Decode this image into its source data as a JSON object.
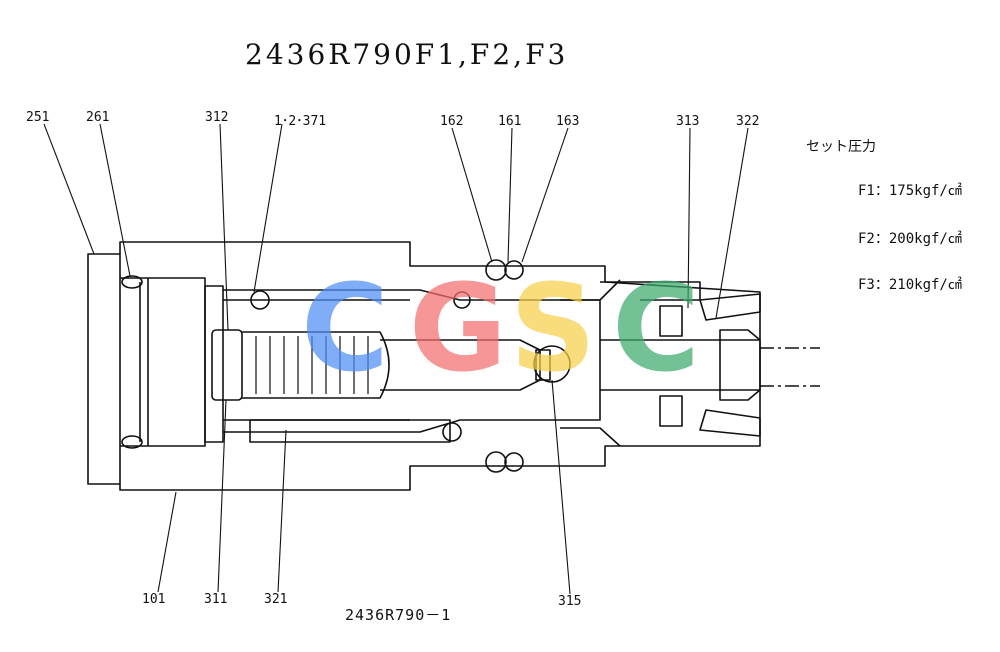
{
  "title": "2436R790F1,F2,F3",
  "subtitle": "2436R790－1",
  "callouts": {
    "c251": "251",
    "c261": "261",
    "c312": "312",
    "c371": "1･2･371",
    "c162": "162",
    "c161": "161",
    "c163": "163",
    "c313": "313",
    "c322": "322",
    "c101": "101",
    "c311": "311",
    "c321": "321",
    "c315": "315"
  },
  "specs": {
    "heading": "セット圧力",
    "f1": "F1：175kgf/㎠",
    "f2": "F2：200kgf/㎠",
    "f3": "F3：210kgf/㎠"
  },
  "watermark": {
    "letters": [
      "C",
      "G",
      "S",
      "C"
    ],
    "colors": [
      "#4f8df5",
      "#f26d6d",
      "#f7d04a",
      "#3daa6e"
    ]
  }
}
